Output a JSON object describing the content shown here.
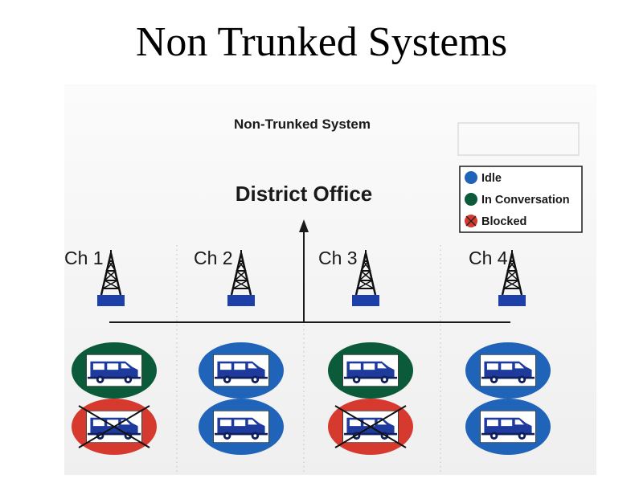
{
  "slide": {
    "title": "Non Trunked Systems"
  },
  "diagram": {
    "caption": "Non-Trunked System",
    "hub_label": "District Office",
    "legend": [
      {
        "label": "Idle",
        "color": "#1f64b8"
      },
      {
        "label": "In Conversation",
        "color": "#0b5a3a"
      },
      {
        "label": "Blocked",
        "color": "#d63a2f"
      }
    ],
    "channels": [
      {
        "label": "Ch 1",
        "vehicles": [
          "In Conversation",
          "Blocked"
        ]
      },
      {
        "label": "Ch 2",
        "vehicles": [
          "Idle",
          "Idle"
        ]
      },
      {
        "label": "Ch 3",
        "vehicles": [
          "In Conversation",
          "Blocked"
        ]
      },
      {
        "label": "Ch 4",
        "vehicles": [
          "Idle",
          "Idle"
        ]
      }
    ],
    "colors": {
      "idle": "#1f64b8",
      "conversation": "#0b5a3a",
      "blocked": "#d63a2f",
      "tower": "#111111",
      "tower_base": "#1d3fa8",
      "van": "#1d3a9c"
    }
  }
}
